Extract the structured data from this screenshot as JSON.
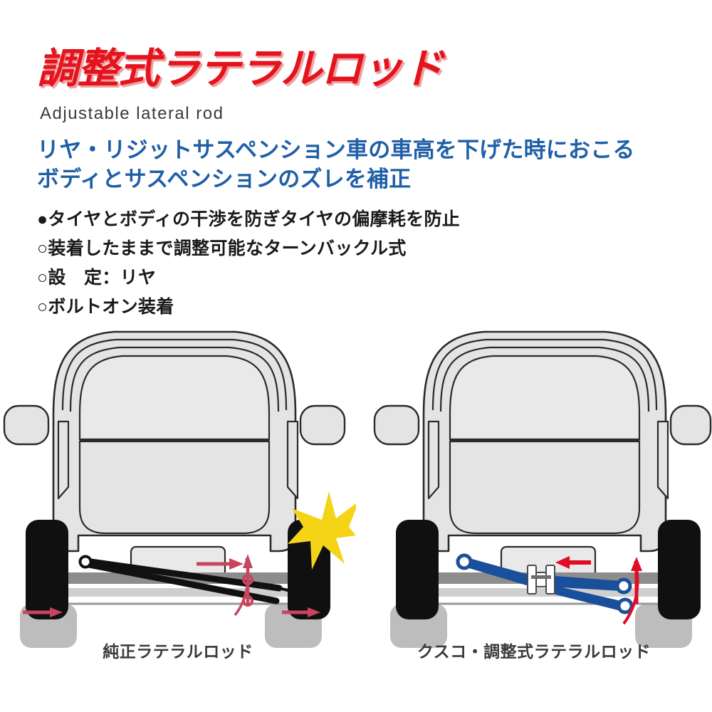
{
  "header": {
    "title": "調整式ラテラルロッド",
    "subtitle": "Adjustable lateral rod",
    "lead": "リヤ・リジットサスペンション車の車高を下げた時におこる\nボディとサスペンションのズレを補正",
    "bullets": [
      "●タイヤとボディの干渉を防ぎタイヤの偏摩耗を防止",
      "○装着したままで調整可能なターンバックル式",
      "○設　定：リヤ",
      "○ボルトオン装着"
    ]
  },
  "figures": {
    "left": {
      "caption": "純正ラテラルロッド",
      "rod_type": "stock-lateral-rod",
      "rod_color": "#111111",
      "arrow_color": "#c7455f",
      "impact_marker": "starburst-icon",
      "impact_color": "#f5d417"
    },
    "right": {
      "caption": "クスコ・調整式ラテラルロッド",
      "rod_type": "adjustable-turnbuckle-lateral-rod",
      "rod_color": "#1a4f9c",
      "arrow_color": "#e30b26"
    }
  },
  "colors": {
    "title_red": "#e3141e",
    "lead_blue": "#1f5fa8",
    "body_gray": "#e4e4e4",
    "glass_gray": "#e9e9e9",
    "outline": "#2b2b2b",
    "tire_black": "#101010",
    "shadow_gray": "#b5b5b5",
    "axle_gray": "#8d8d8d"
  }
}
